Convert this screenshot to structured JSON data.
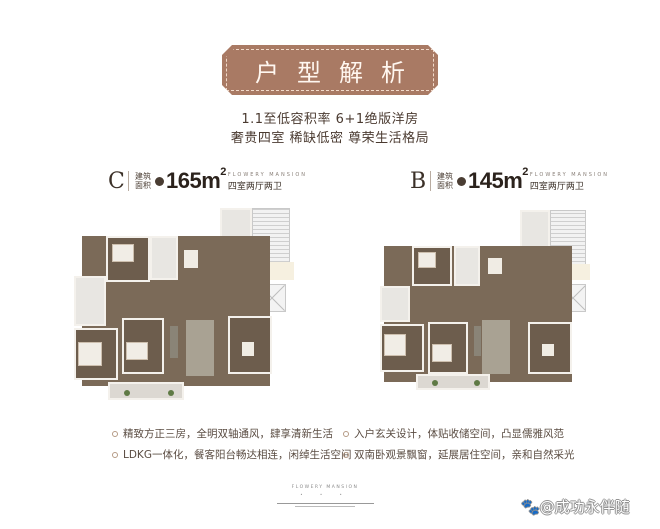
{
  "banner": {
    "title": "户型解析",
    "color": "#a97a64"
  },
  "subtitle": {
    "line1": "1.1至低容积率  6+1绝版洋房",
    "line2": "奢贵四室  稀缺低密  尊荣生活格局"
  },
  "units": [
    {
      "letter": "C",
      "area_label": "建筑面积",
      "area_value": "165m",
      "area_sup": "2",
      "english": "FLOWERY MANSION",
      "rooms": "四室两厅两卫"
    },
    {
      "letter": "B",
      "area_label": "建筑面积",
      "area_value": "145m",
      "area_sup": "2",
      "english": "FLOWERY MANSION",
      "rooms": "四室两厅两卫"
    }
  ],
  "features": {
    "left": [
      "精致方正三房，全明双轴通风，肆享清新生活",
      "LDKG一体化，餐客阳台畅达相连，闲绰生活空间"
    ],
    "right": [
      "入户玄关设计，体贴收储空间，凸显儒雅风范",
      "双南卧观景飘窗，延展居住空间，亲和自然采光"
    ]
  },
  "footer": {
    "english": "FLOWERY MANSION",
    "dots": "• • •"
  },
  "watermark": "🐾@成功永伴随"
}
